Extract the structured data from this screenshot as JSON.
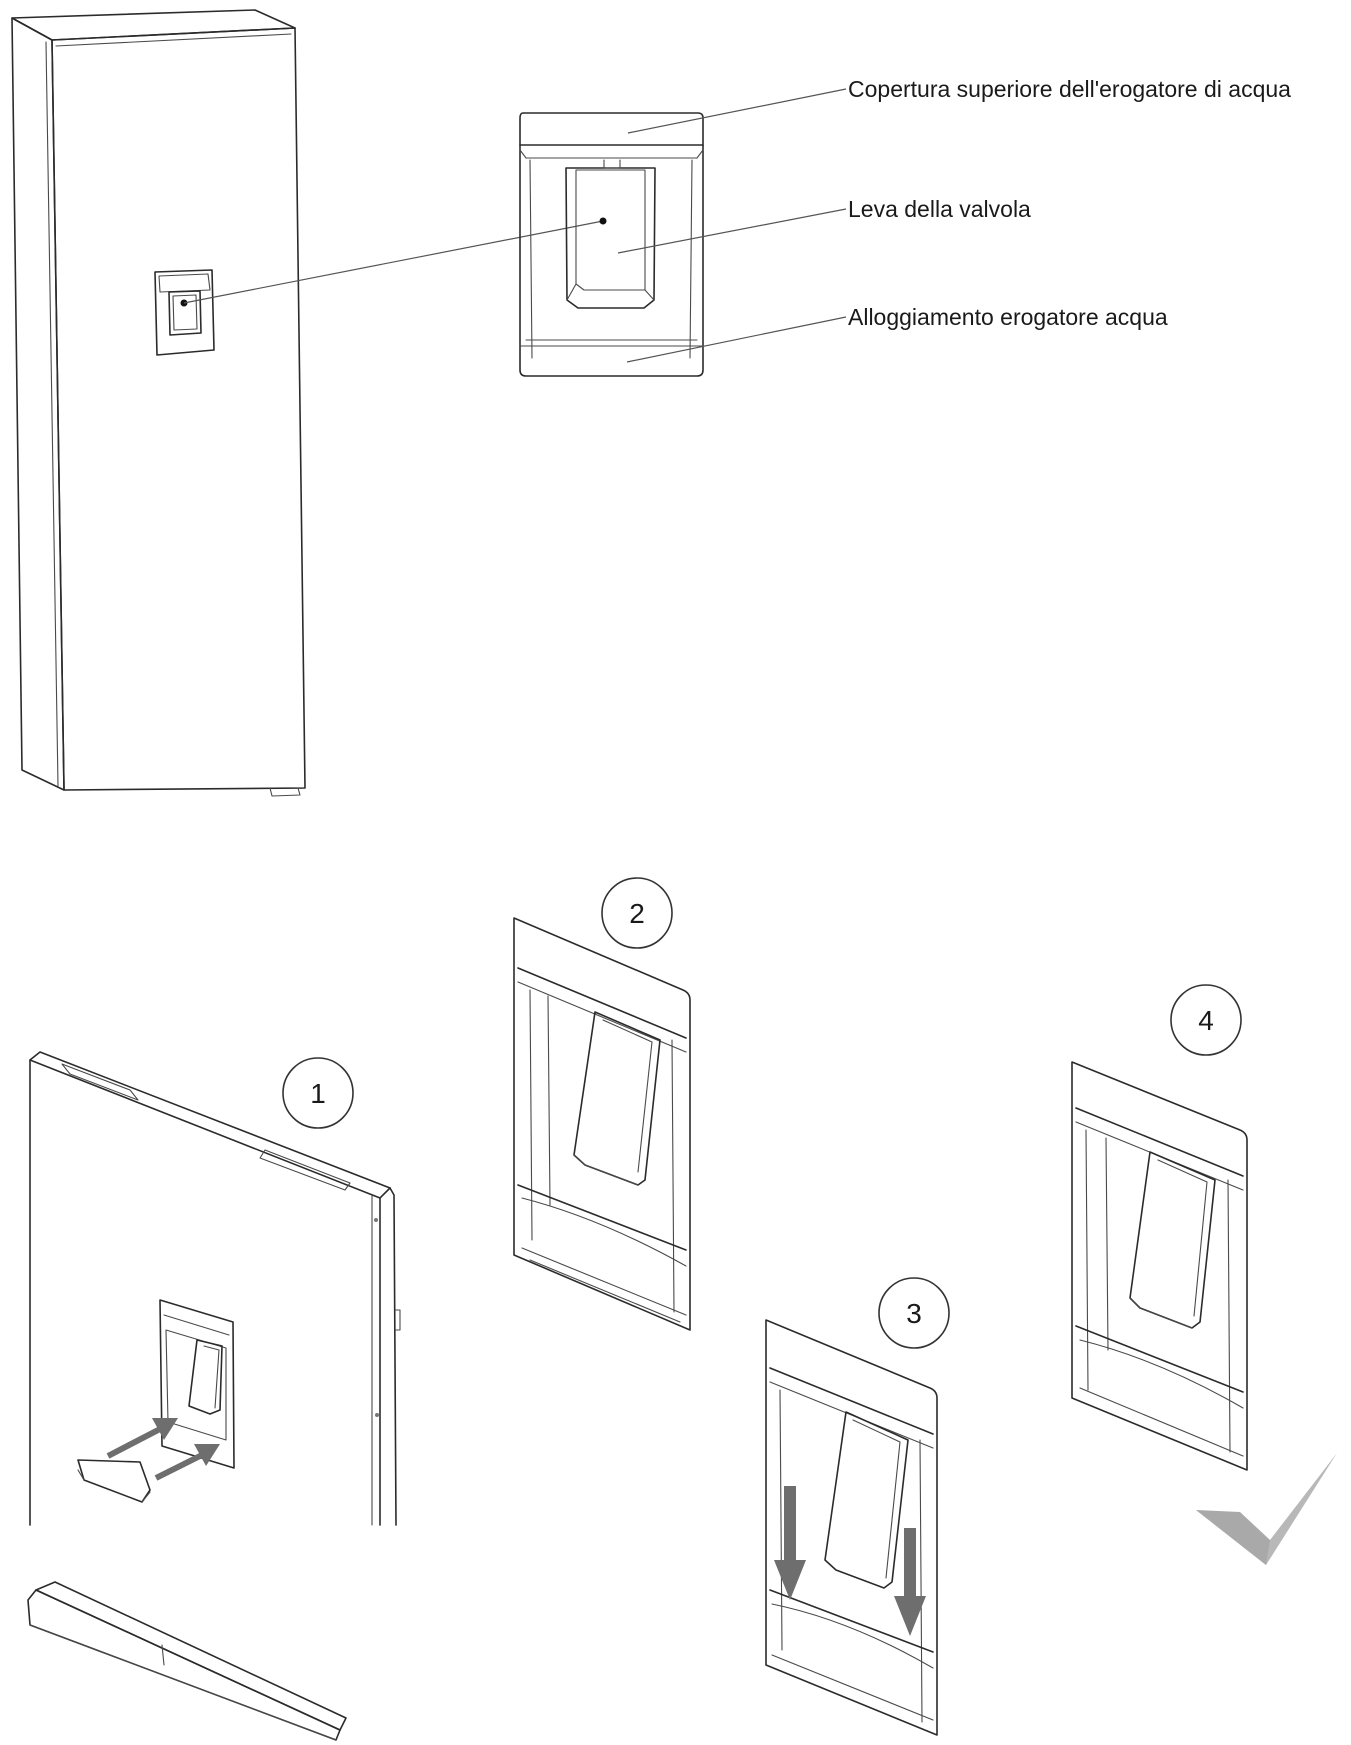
{
  "callouts": {
    "top_cover": "Copertura superiore dell'erogatore di acqua",
    "valve_lever": "Leva della valvola",
    "housing": "Alloggiamento erogatore acqua"
  },
  "steps": [
    "1",
    "2",
    "3",
    "4"
  ],
  "icons": {
    "arrows": "arrow-icon",
    "check": "checkmark-icon"
  },
  "colors": {
    "arrow": "#6e6e6e",
    "check": "#b8b8b8"
  }
}
